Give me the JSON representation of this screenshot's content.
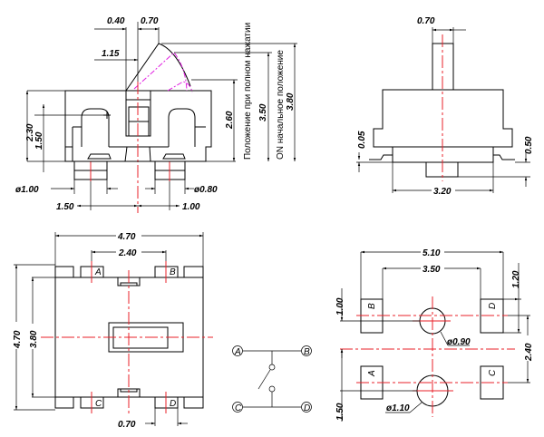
{
  "colors": {
    "outline": "#000000",
    "centerline": "#e8202a",
    "travel": "#e020e0"
  },
  "side_view": {
    "dims": {
      "d040": "0.40",
      "d070": "0.70",
      "d115": "1.15",
      "d230": "2.30",
      "d150": "1.50",
      "d260": "2.60",
      "d350": "3.50",
      "d380": "3.80",
      "dia100": "ø1.00",
      "dia080": "ø0.80",
      "d150b": "1.50",
      "d100b": "1.00"
    },
    "note_pressed": "Положение при полном нажатии",
    "note_initial": "ON начальное положение"
  },
  "front_view": {
    "dims": {
      "d070": "0.70",
      "d005": "0.05",
      "d050": "0.50",
      "d320": "3.20"
    }
  },
  "top_view": {
    "dims": {
      "w470": "4.70",
      "w240": "2.40",
      "h470": "4.70",
      "h380": "3.80",
      "p070": "0.70"
    },
    "pins": {
      "a": "A",
      "b": "B",
      "c": "C",
      "d": "D"
    }
  },
  "schematic": {
    "terminals": {
      "a": "A",
      "b": "B",
      "c": "C",
      "d": "D"
    },
    "icons": {
      "switch": "switch-symbol-icon"
    }
  },
  "footprint": {
    "dims": {
      "w510": "5.10",
      "w350": "3.50",
      "h120": "1.20",
      "h100": "1.00",
      "h240": "2.40",
      "h150": "1.50",
      "dia090": "ø0.90",
      "dia110": "ø1.10"
    },
    "pads": {
      "a": "A",
      "b": "B",
      "c": "C",
      "d": "D"
    }
  }
}
